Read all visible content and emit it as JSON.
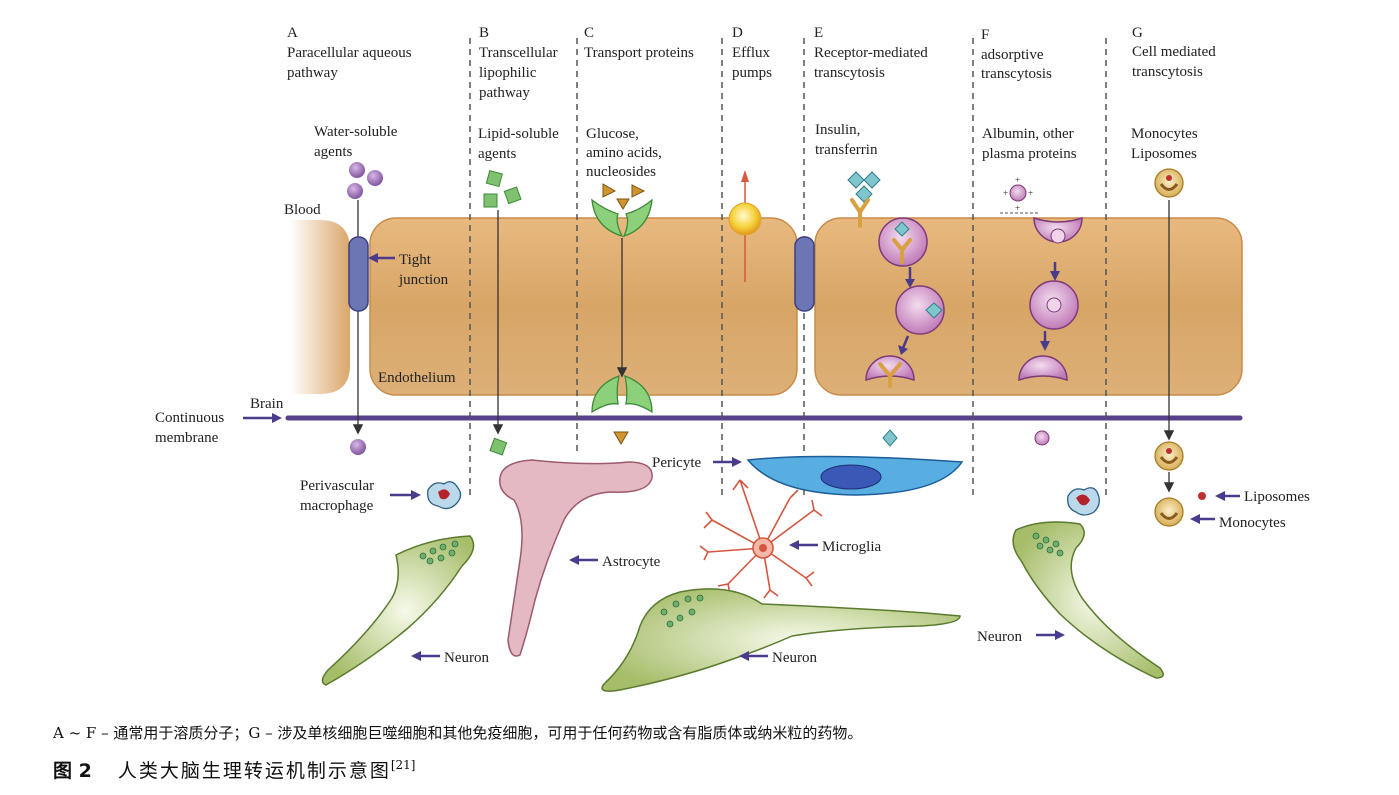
{
  "figure": {
    "note": "A ~ F – 通常用于溶质分子；G – 涉及单核细胞巨噬细胞和其他免疫细胞，可用于任何药物或含有脂质体或纳米粒的药物。",
    "number": "图 2",
    "title": "人类大脑生理转运机制示意图",
    "ref": "[21]"
  },
  "pathways": [
    {
      "letter": "A",
      "line1": "Paracellular aqueous",
      "line2": "pathway",
      "line3": ""
    },
    {
      "letter": "B",
      "line1": "Transcellular",
      "line2": "lipophilic",
      "line3": "pathway"
    },
    {
      "letter": "C",
      "line1": "Transport proteins",
      "line2": "",
      "line3": ""
    },
    {
      "letter": "D",
      "line1": "Efflux",
      "line2": "pumps",
      "line3": ""
    },
    {
      "letter": "E",
      "line1": "Receptor-mediated",
      "line2": "transcytosis",
      "line3": ""
    },
    {
      "letter": "F",
      "line1": "adsorptive",
      "line2": "transcytosis",
      "line3": ""
    },
    {
      "letter": "G",
      "line1": "Cell mediated",
      "line2": "transcytosis",
      "line3": ""
    }
  ],
  "agents": {
    "a": [
      "Water-soluble",
      "agents"
    ],
    "b": [
      "Lipid-soluble",
      "agents"
    ],
    "c": [
      "Glucose,",
      "amino acids,",
      "nucleosides"
    ],
    "e": [
      "Insulin,",
      "transferrin"
    ],
    "f": [
      "Albumin, other",
      "plasma proteins"
    ],
    "g": [
      "Monocytes",
      "Liposomes"
    ]
  },
  "labels": {
    "blood": "Blood",
    "tight_junction": [
      "Tight",
      "junction"
    ],
    "endothelium": "Endothelium",
    "brain": "Brain",
    "continuous_membrane": [
      "Continuous",
      "membrane"
    ],
    "perivascular_macrophage": [
      "Perivascular",
      "macrophage"
    ],
    "astrocyte": "Astrocyte",
    "pericyte": "Pericyte",
    "microglia": "Microglia",
    "neuron": "Neuron",
    "liposomes": "Liposomes",
    "monocytes": "Monocytes"
  },
  "colors": {
    "endothelium": "#dba66a",
    "membrane": "#5a3f8a",
    "arrow": "#4a3b8c",
    "vesicle": "#c98ec3",
    "neuron": "#b5c97a",
    "astrocyte": "#d9a7b4",
    "pericyte": "#4aa0dc",
    "lipid_agent": "#7ec16e",
    "water_agent": "#8a5aa6"
  }
}
